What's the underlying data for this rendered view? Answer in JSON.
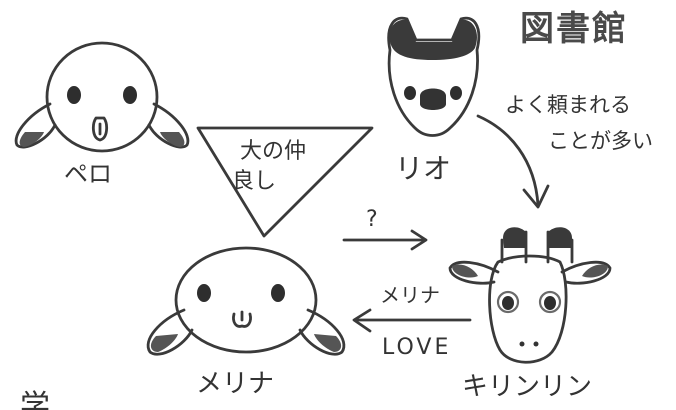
{
  "title": "図書館",
  "characters": {
    "pero": {
      "name": "ペロ"
    },
    "rio": {
      "name": "リオ"
    },
    "merina": {
      "name": "メリナ"
    },
    "kirinrin": {
      "name": "キリンリン"
    }
  },
  "relations": {
    "friends_label": [
      "大の仲",
      "良し"
    ],
    "rio_to_kirinrin": [
      "よく頼まれる",
      "ことが多い"
    ],
    "merina_to_kirinrin": "?",
    "kirinrin_to_merina": [
      "メリナ",
      "LOVE"
    ]
  },
  "footer_partial": "学"
}
